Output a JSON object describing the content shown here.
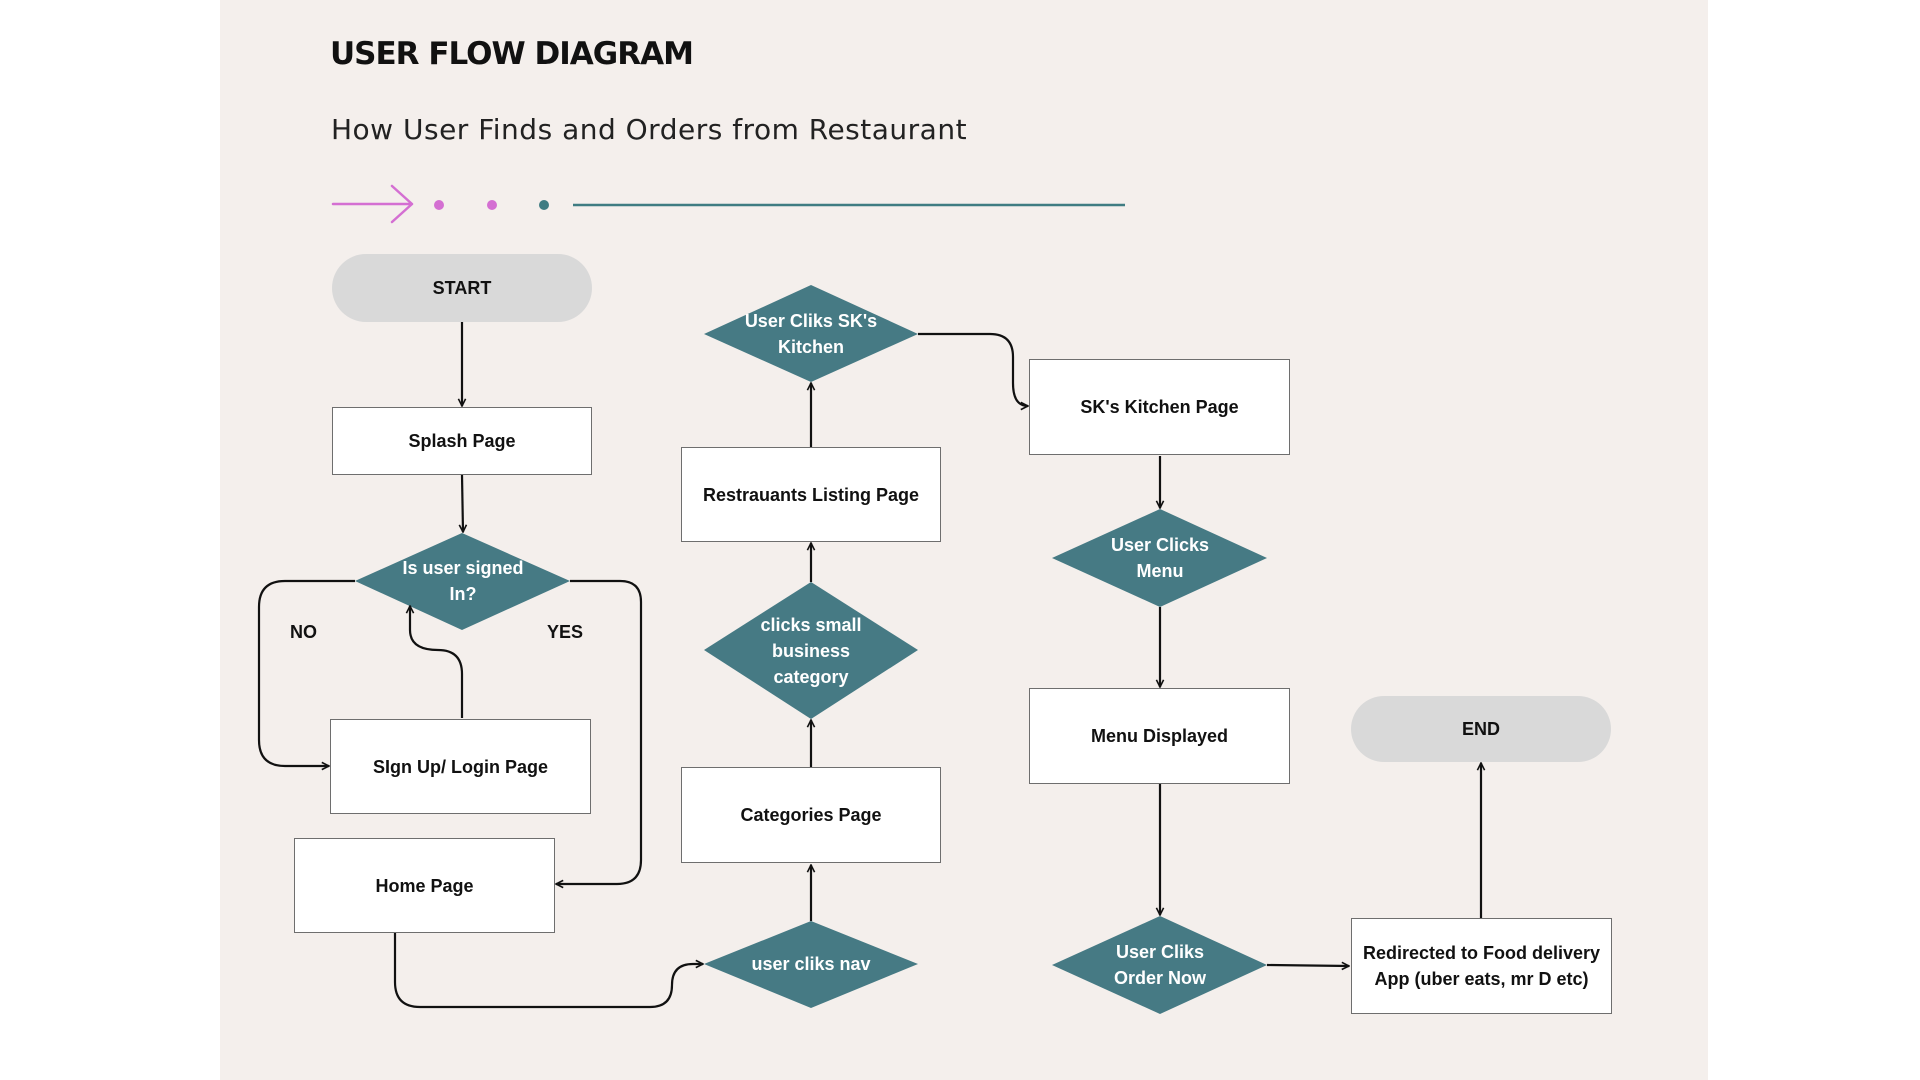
{
  "header": {
    "title": "USER FLOW DIAGRAM",
    "subtitle": "How User Finds and Orders from Restaurant"
  },
  "colors": {
    "canvas": "#f4efec",
    "diamond": "#467a84",
    "accent_pink": "#d46fd2",
    "accent_teal": "#3f7c82",
    "terminal": "#d9d9d9"
  },
  "nodes": {
    "start": "START",
    "splash": "Splash Page",
    "signed_in_q": "Is user signed In?",
    "signup": "SIgn Up/ Login Page",
    "home": "Home Page",
    "nav": "user cliks nav",
    "categories": "Categories Page",
    "small_business": "clicks small business category",
    "listing": "Restrauants Listing Page",
    "clicks_kitchen": "User Cliks SK's Kitchen",
    "kitchen_page": "SK's Kitchen Page",
    "clicks_menu": "User Clicks Menu",
    "menu_displayed": "Menu Displayed",
    "order_now": "User Cliks Order Now",
    "redirected": "Redirected to Food delivery App (uber eats, mr D etc)",
    "end": "END"
  },
  "branches": {
    "no": "NO",
    "yes": "YES"
  }
}
